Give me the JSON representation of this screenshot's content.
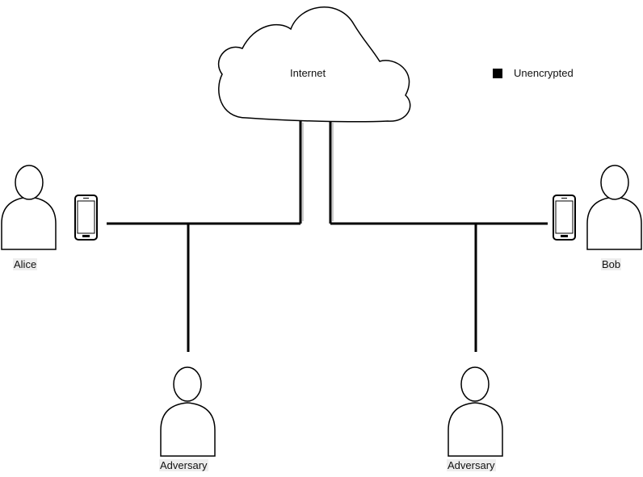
{
  "diagram": {
    "cloud_label": "Internet",
    "legend": {
      "label": "Unencrypted",
      "swatch_color": "#000000"
    },
    "people": {
      "alice": "Alice",
      "bob": "Bob",
      "adversary_left": "Adversary",
      "adversary_right": "Adversary"
    },
    "colors": {
      "stroke": "#000000",
      "fill": "#ffffff",
      "label_bg": "#eeeeee"
    }
  }
}
